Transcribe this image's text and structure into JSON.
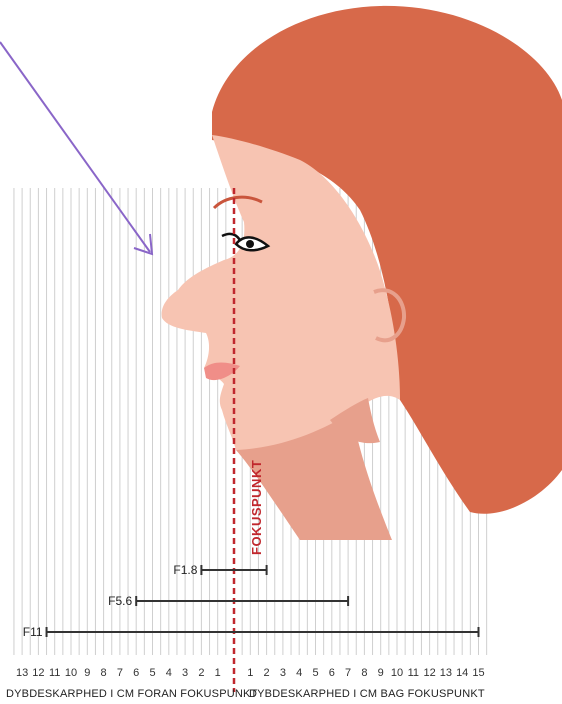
{
  "colors": {
    "hair": "#d7694a",
    "skin": "#f7c4b2",
    "skin_shadow": "#e7a08c",
    "lips": "#f08e88",
    "grid": "#cfcfcf",
    "focus": "#c0272d",
    "arrow": "#8a66c8",
    "range": "#333333"
  },
  "focus_label": "FOKUSPUNKT",
  "axis": {
    "front_ticks": [
      "13",
      "12",
      "11",
      "10",
      "9",
      "8",
      "7",
      "6",
      "5",
      "4",
      "3",
      "2",
      "1"
    ],
    "back_ticks": [
      "1",
      "2",
      "3",
      "4",
      "5",
      "6",
      "7",
      "8",
      "9",
      "10",
      "11",
      "12",
      "13",
      "14",
      "15"
    ]
  },
  "captions": {
    "front": "DYBDESKARPHED I CM FORAN FOKUSPUNKT",
    "back": "DYBDESKARPHED I CM BAG FOKUSPUNKT"
  },
  "apertures": [
    {
      "label": "F1.8",
      "from_cm": -2,
      "to_cm": 2
    },
    {
      "label": "F5.6",
      "from_cm": -6,
      "to_cm": 7
    },
    {
      "label": "F11",
      "from_cm": -11.5,
      "to_cm": 15
    }
  ],
  "icons": {
    "arrow": "diagonal-arrow-icon",
    "face": "face-profile-icon"
  }
}
